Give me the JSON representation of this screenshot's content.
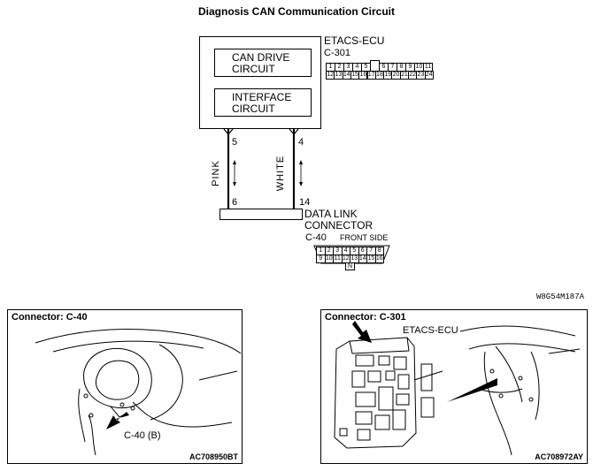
{
  "title": "Diagnosis CAN Communication Circuit",
  "ecu": {
    "name": "ETACS-ECU",
    "connector": "C-301",
    "can_drive_line1": "CAN DRIVE",
    "can_drive_line2": "CIRCUIT",
    "interface_line1": "INTERFACE",
    "interface_line2": "CIRCUIT",
    "pins_top": [
      "1",
      "2",
      "3",
      "4",
      "5",
      "",
      "6",
      "7",
      "8",
      "9",
      "10",
      "11"
    ],
    "pins_bottom": [
      "12",
      "13",
      "14",
      "15",
      "16",
      "17",
      "18",
      "19",
      "20",
      "21",
      "22",
      "23",
      "24"
    ]
  },
  "wires": {
    "left_pin_top": "5",
    "left_color": "PINK",
    "left_pin_bottom": "6",
    "right_pin_top": "4",
    "right_color": "WHITE",
    "right_pin_bottom": "14"
  },
  "dlc": {
    "line1": "DATA LINK",
    "line2": "CONNECTOR",
    "connector": "C-40",
    "front_side": "FRONT SIDE",
    "pins_top": [
      "1",
      "2",
      "3",
      "4",
      "5",
      "6",
      "7",
      "8"
    ],
    "pins_bottom": [
      "9",
      "10",
      "11",
      "12",
      "13",
      "14",
      "15",
      "16"
    ],
    "key": "N"
  },
  "diagram_code": "W8G54M187A",
  "panels": {
    "left": {
      "title": "Connector: C-40",
      "callout": "C-40 (B)",
      "code": "AC708950BT"
    },
    "right": {
      "title": "Connector: C-301",
      "callout": "ETACS-ECU",
      "code": "AC708972AY"
    }
  }
}
